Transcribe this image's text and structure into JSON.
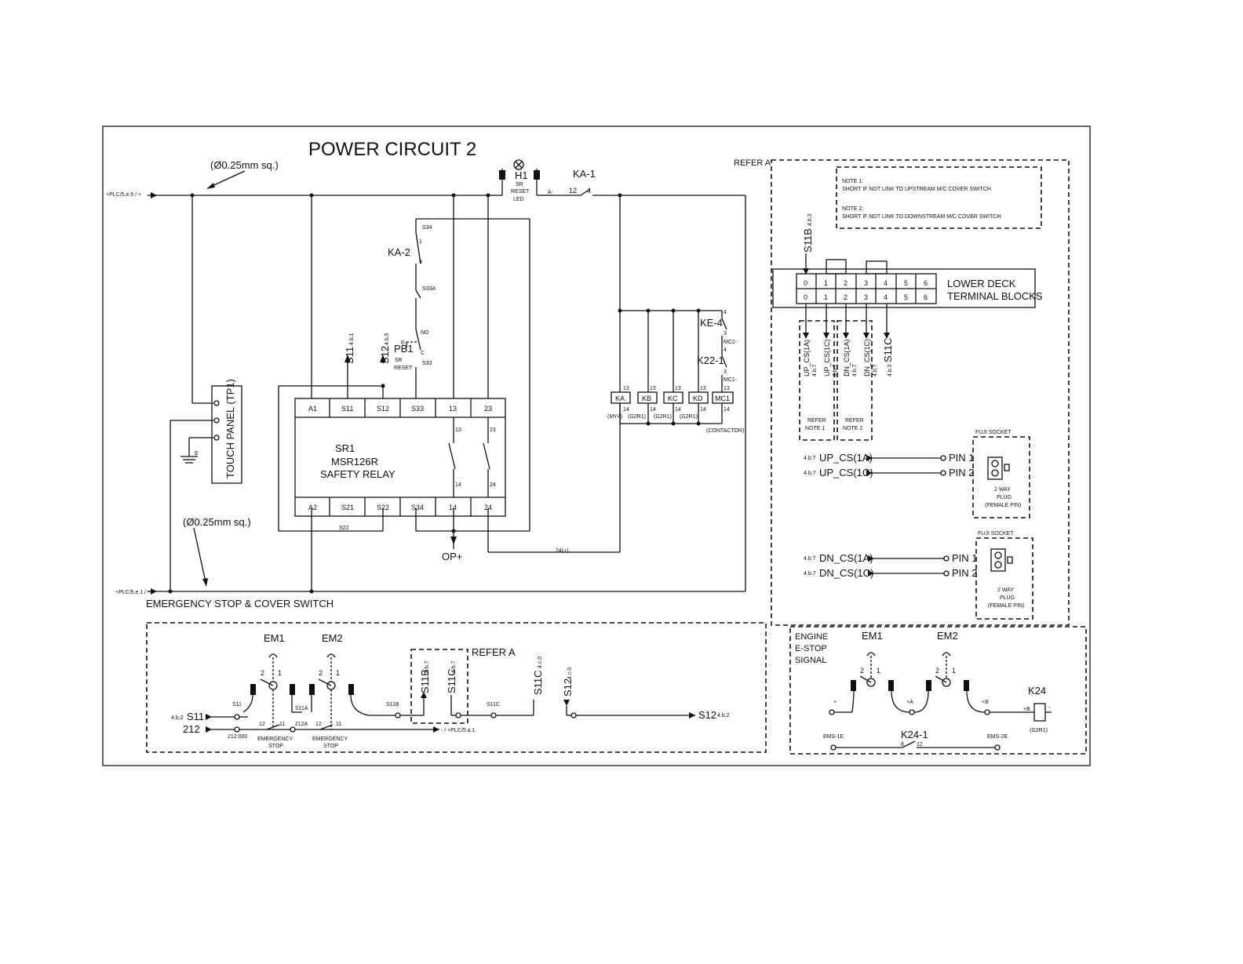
{
  "title": "POWER CIRCUIT 2",
  "wire_spec": "(Ø0.25mm sq.)",
  "refs": {
    "plus_bus": "+PLC/5.e.5 / +",
    "minus_bus": "+PLC/5.e.1 / -",
    "emergency_section": "EMERGENCY STOP & COVER SWITCH",
    "refer_a": "REFER A"
  },
  "indicator": {
    "tag": "H1",
    "line1": "SR",
    "line2": "RESET",
    "line3": "LED",
    "a_minus": "A-"
  },
  "ka1": {
    "tag": "KA-1",
    "p1": "12",
    "p2": "4"
  },
  "ka2": {
    "tag": "KA-2",
    "p1": "1",
    "p2": "9"
  },
  "terms": {
    "s34": "S34",
    "s33a": "S33A",
    "no": "NO",
    "c": "C",
    "s33": "S33",
    "e": "E"
  },
  "pb1": {
    "tag": "PB1",
    "line1": "SR",
    "line2": "RESET"
  },
  "signals": {
    "s11": "S11",
    "s12": "S12",
    "s11_ref": "4.b.1",
    "s12_ref": "4.b.5"
  },
  "relay": {
    "tag": "SR1",
    "model": "MSR126R",
    "name": "SAFETY RELAY",
    "top_terminals": [
      "A1",
      "S11",
      "S12",
      "S33",
      "13",
      "23"
    ],
    "bottom_terminals": [
      "A2",
      "S21",
      "S22",
      "S34",
      "14",
      "24"
    ],
    "contact_labels": [
      "13",
      "23",
      "14",
      "24"
    ],
    "s22_label": "S22"
  },
  "touch_panel": {
    "label": "TOUCH PANEL (TP1)",
    "earth": "E"
  },
  "outputs": {
    "op_plus": "OP+",
    "w24": "24(+)"
  },
  "coils": {
    "items": [
      {
        "tag": "KA",
        "top": "13",
        "bottom": "14",
        "type": "(MY4)"
      },
      {
        "tag": "KB",
        "top": "13",
        "bottom": "14",
        "type": "(G2R1)"
      },
      {
        "tag": "KC",
        "top": "13",
        "bottom": "14",
        "type": "(G2R1)"
      },
      {
        "tag": "KD",
        "top": "13",
        "bottom": "14",
        "type": "(G2R1)"
      },
      {
        "tag": "MC1",
        "top": "13",
        "bottom": "14",
        "type": "(CONTACTOR)"
      }
    ],
    "ke4": "KE-4",
    "k22": "K22-1",
    "n4a": "4",
    "n3a": "3",
    "mc2": "MC2-",
    "n4b": "4",
    "n3b": "3",
    "mc1": "MC1-"
  },
  "notes": {
    "note1_title": "NOTE 1:",
    "note1_text": "SHORT IF NOT LINK TO UPSTREAM M/C COVER SWITCH",
    "note2_title": "NOTE 2:",
    "note2_text": "SHORT IF NOT LINK TO DOWNSTREAM M/C COVER SWITCH"
  },
  "terminal_block": {
    "label1": "LOWER DECK",
    "label2": "TERMINAL BLOCKS",
    "numbers": [
      "0",
      "1",
      "2",
      "3",
      "4",
      "5",
      "6"
    ],
    "s11b": "S11B",
    "s11b_ref": "4.b.3",
    "branches": [
      {
        "name": "UP_CS(1A)",
        "ref": "4.b.7"
      },
      {
        "name": "UP_CS(1C)",
        "ref": "4.b.7"
      },
      {
        "name": "DN_CS(1A)",
        "ref": "4.b.7"
      },
      {
        "name": "DN_CS(1C)",
        "ref": "4.b.7"
      }
    ],
    "s11c": "S11C",
    "s11c_ref": "4.b.3",
    "refer_note1": [
      "REFER",
      "NOTE 1"
    ],
    "refer_note2": [
      "REFER",
      "NOTE 2"
    ]
  },
  "sockets": [
    {
      "header": "FUJI SOCKET",
      "lines": [
        {
          "ref": "4.b.7",
          "name": "UP_CS(1A)",
          "pin": "PIN 1"
        },
        {
          "ref": "4.b.7",
          "name": "UP_CS(1C)",
          "pin": "PIN 2"
        }
      ],
      "caption": [
        "2 WAY",
        "PLUG",
        "(FEMALE PIN)"
      ]
    },
    {
      "header": "FUJI SOCKET",
      "lines": [
        {
          "ref": "4.b.7",
          "name": "DN_CS(1A)",
          "pin": "PIN 1"
        },
        {
          "ref": "4.b.7",
          "name": "DN_CS(1C)",
          "pin": "PIN 2"
        }
      ],
      "caption": [
        "2 WAY",
        "PLUG",
        "(FEMALE PIN)"
      ]
    }
  ],
  "estop": {
    "em1": "EM1",
    "em2": "EM2",
    "in_s11_ref": "4.b.2",
    "in_s11": "S11",
    "in_212": "212",
    "s11": "S11",
    "s11a": "S11A",
    "s212a": "212A",
    "s212000": "212:000",
    "s11b": "S11B",
    "s11c": "S11C",
    "c12": "12",
    "c11": "11",
    "c2": "2",
    "c1": "1",
    "stop_label": [
      "EMERGENCY",
      "STOP"
    ],
    "refer_a": "REFER A",
    "vs11b": "S11B",
    "vs11b_ref": "4.b.7",
    "vs11c": "S11C",
    "vs11c_ref": "4.b.7",
    "minus_ref": "- / +PLC/5.a.1",
    "vs11c2": "S11C",
    "vs11c2_ref": "4.c.0",
    "vs12": "S12",
    "vs12_ref": "4.c.0",
    "out_s12": "S12",
    "out_s12_ref": "4.b.2"
  },
  "engine": {
    "title": [
      "ENGINE",
      "E-STOP",
      "SIGNAL"
    ],
    "em1": "EM1",
    "em2": "EM2",
    "c2": "2",
    "c1": "1",
    "plus": "+",
    "plus_a": "+A",
    "plus_b": "+B",
    "k24": "K24",
    "k24_type": "(G2R1)",
    "k24_plus": "+B",
    "k24_minus": "-",
    "ems1e": "EMS-1E",
    "ems2e": "EMS-2E",
    "k241": "K24-1",
    "k241_a": "8",
    "k241_b": "12"
  }
}
